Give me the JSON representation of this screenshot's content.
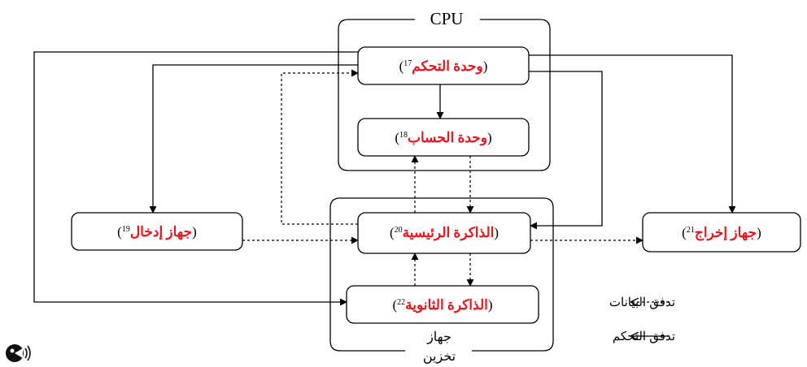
{
  "cpu_label": "CPU",
  "storage_label_line1": "جهاز",
  "storage_label_line2": "تخزين",
  "nodes": {
    "control_unit": {
      "name": "وحدة التحكم",
      "ref": "17"
    },
    "alu": {
      "name": "وحدة الحساب",
      "ref": "18"
    },
    "input_device": {
      "name": "جهاز إدخال",
      "ref": "19"
    },
    "main_memory": {
      "name": "الذاكرة الرئيسية",
      "ref": "20"
    },
    "output_device": {
      "name": "جهاز إخراج",
      "ref": "21"
    },
    "secondary_memory": {
      "name": "الذاكرة الثانوية",
      "ref": "22"
    }
  },
  "legend": {
    "data_flow": "تدفق البيانات",
    "control_flow": "تدفق التحكم"
  },
  "colors": {
    "highlight": "#e8161e"
  },
  "icons": {
    "audio": "speaker-audio-icon"
  }
}
